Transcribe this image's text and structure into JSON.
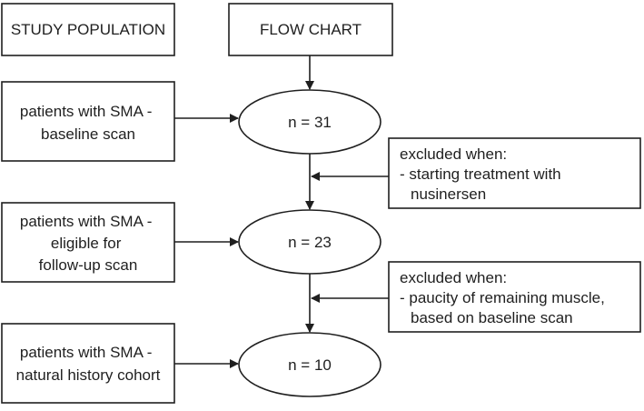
{
  "headers": {
    "study_population": "STUDY POPULATION",
    "flow_chart": "FLOW CHART"
  },
  "population_boxes": [
    {
      "lines": [
        "patients with SMA -",
        "baseline scan"
      ]
    },
    {
      "lines": [
        "patients with SMA -",
        "eligible for",
        "follow-up scan"
      ]
    },
    {
      "lines": [
        "patients with SMA -",
        "natural history cohort"
      ]
    }
  ],
  "counts": [
    {
      "label": "n = 31"
    },
    {
      "label": "n = 23"
    },
    {
      "label": "n = 10"
    }
  ],
  "exclusions": [
    {
      "lines": [
        "excluded when:",
        "- starting treatment with",
        "nusinersen"
      ]
    },
    {
      "lines": [
        "excluded when:",
        "- paucity of remaining muscle,",
        "based on baseline scan"
      ]
    }
  ],
  "colors": {
    "stroke": "#1f1f1f",
    "background": "#ffffff",
    "text": "#1f1f1f"
  }
}
